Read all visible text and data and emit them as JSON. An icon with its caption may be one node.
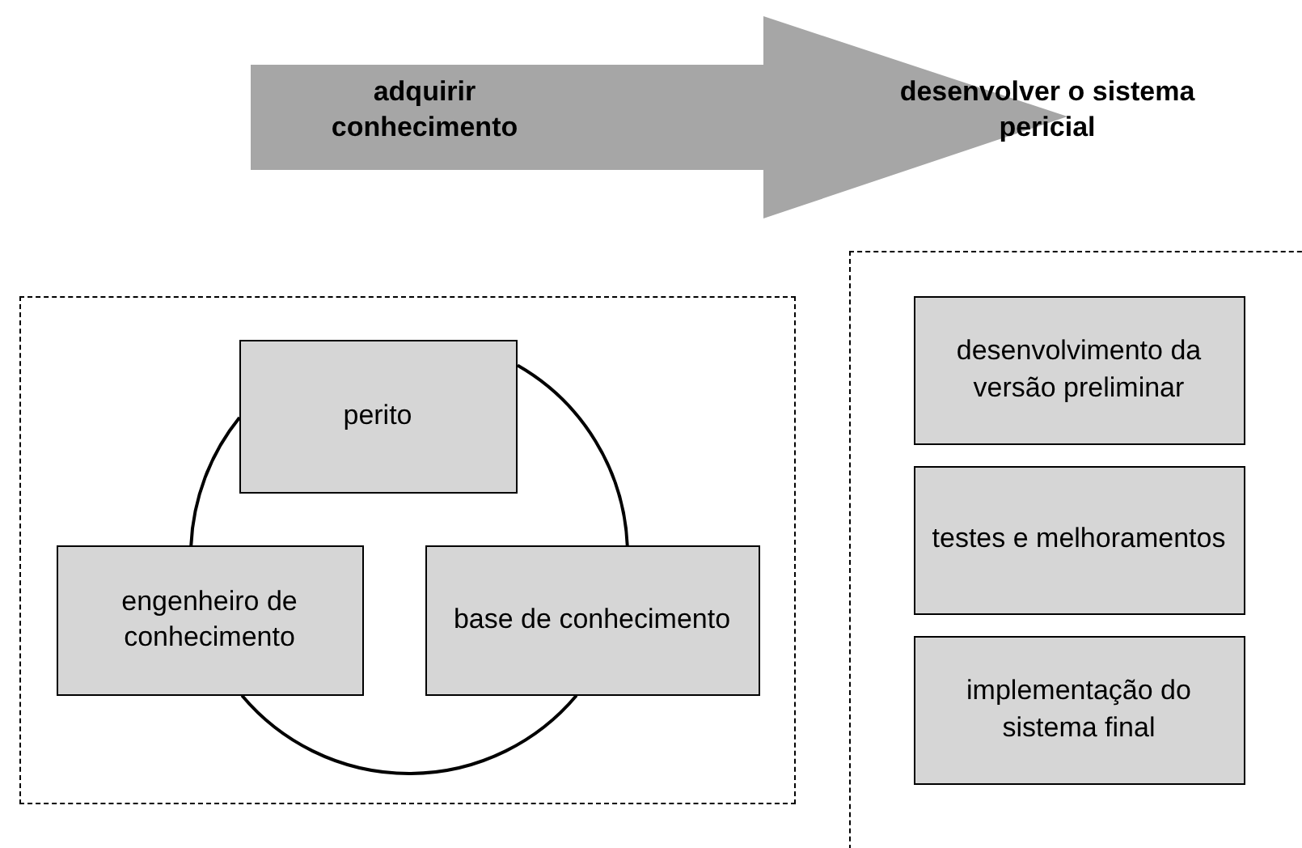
{
  "diagram": {
    "nodes": [
      {
        "text": [
          "adquirir conhecimento",
          "desenvolver o sistema pericial"
        ]
      },
      {
        "text": [],
        "shape": "box"
      },
      {
        "text": [
          "perito"
        ],
        "in": 1
      },
      {
        "text": [
          "engenheiro de conhecimento"
        ],
        "in": 1
      },
      {
        "text": [
          "base de conhecimento"
        ],
        "in": 1
      },
      {
        "text": [],
        "shape": "box"
      },
      {
        "text": [
          "desenvolvimento da versão preliminar"
        ],
        "in": 5
      },
      {
        "text": [
          "testes e melhoramentos"
        ],
        "in": 5
      },
      {
        "text": [
          "implementação do sistema final"
        ],
        "in": 5
      }
    ],
    "edges": [
      {
        "from": 2,
        "to": 3,
        "arrow": "none"
      },
      {
        "from": 2,
        "to": 4,
        "arrow": "none"
      },
      {
        "from": 3,
        "to": 4,
        "arrow": "none"
      }
    ]
  }
}
